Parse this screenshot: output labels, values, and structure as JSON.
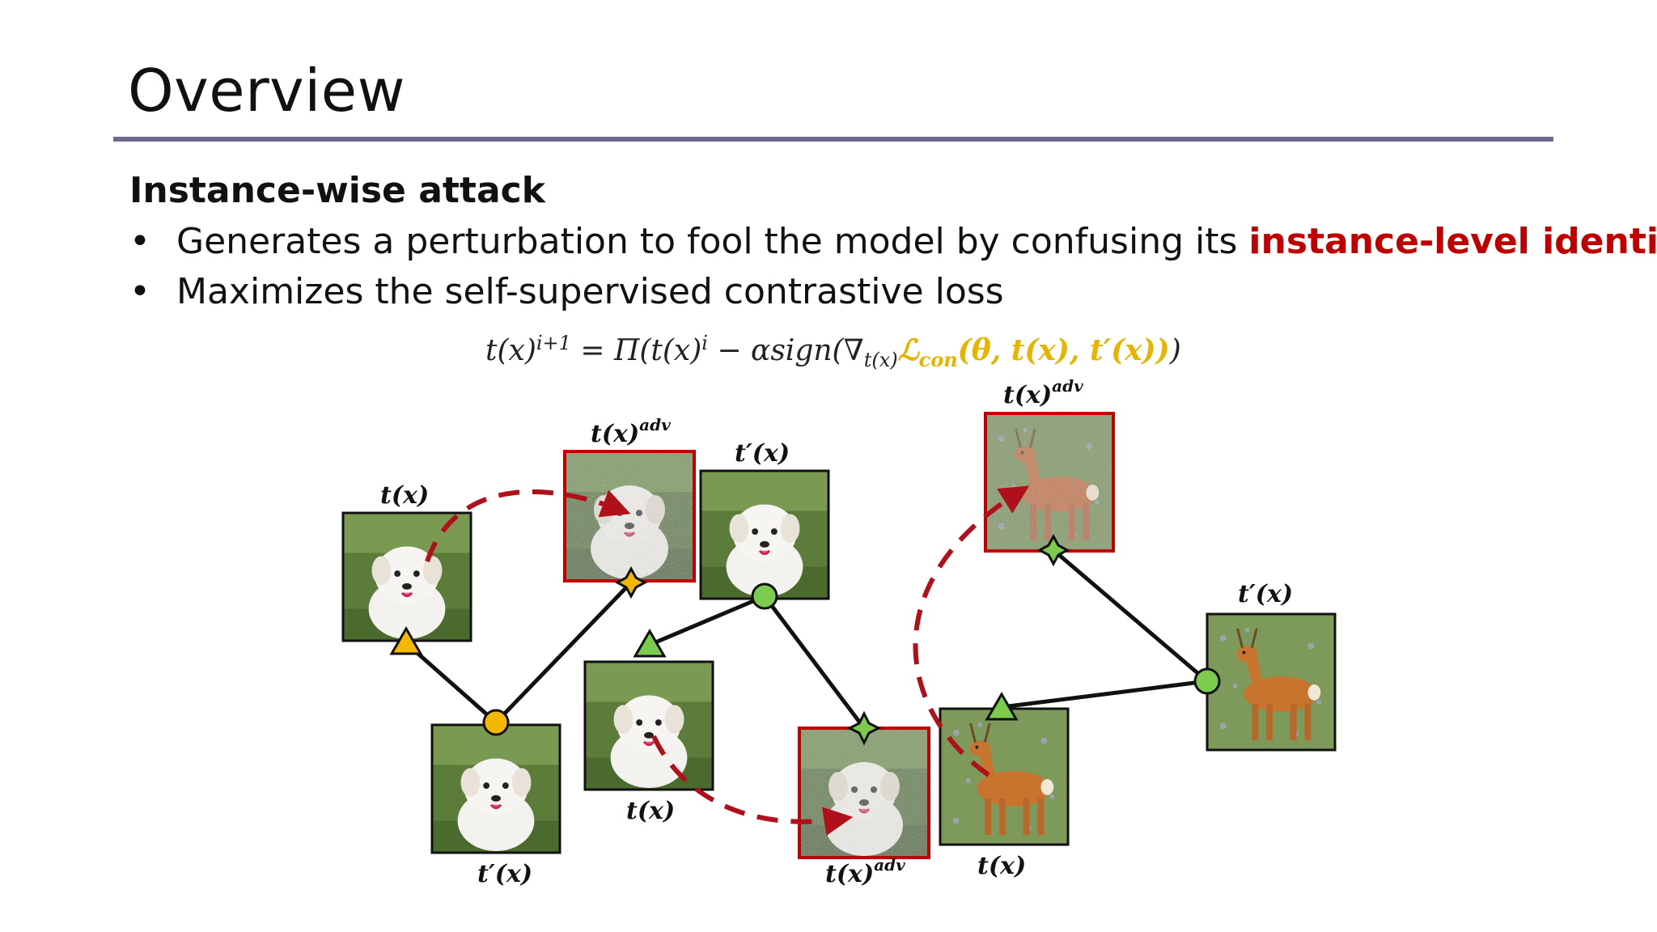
{
  "slide": {
    "title": "Overview",
    "subtitle": "Instance-wise attack",
    "bullets": [
      {
        "text_before": "Generates a perturbation to fool the model by confusing its ",
        "highlight": "instance-level identity"
      },
      {
        "text_before": "Maximizes the self-supervised contrastive loss",
        "highlight": ""
      }
    ],
    "formula": {
      "lhs": "t(x)",
      "lhs_sup": "i+1",
      "middle": " = Π(t(x)",
      "middle_sup": "i",
      "op": " − αsign(∇",
      "grad_sub": "t(x)",
      "loss_symbol": "ℒ",
      "loss_sub": "con",
      "loss_args": "(θ, t(x), t′(x))",
      "close": ")"
    }
  },
  "diagram": {
    "labels": {
      "tx": "t(x)",
      "tpx": "t′(x)",
      "txadv": "t(x)",
      "adv_sup": "adv"
    },
    "colors": {
      "yellow": "#f5b800",
      "green": "#7ccb4f",
      "red_frame": "#c00000",
      "dashed": "#b0101a",
      "line": "#111111"
    }
  }
}
